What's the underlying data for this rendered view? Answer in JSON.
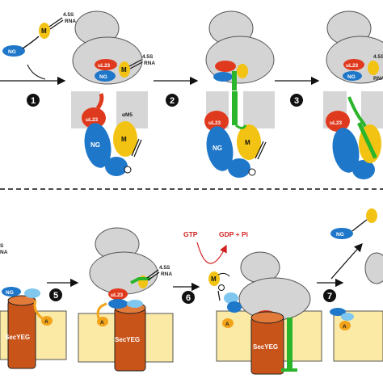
{
  "labels": {
    "ng": "NG",
    "m": "M",
    "rna_45s": "4.5S",
    "rna": "RNA",
    "rna_45s_cut": "S",
    "rna_cut": "NA",
    "ul23": "uL23",
    "am5": "αM5",
    "secyeg": "SecYEG",
    "a": "A",
    "gtp": "GTP",
    "gdp_pi": "GDP + Pi"
  },
  "steps": {
    "s1": "1",
    "s2": "2",
    "s3": "3",
    "s5": "5",
    "s6": "6",
    "s7": "7"
  },
  "colors": {
    "ng_domain": "#1f77c9",
    "m_domain": "#f2c313",
    "ul23": "#e03a1e",
    "secyeg": "#c9541a",
    "ftsy_a_domain": "#f2a31a",
    "signal_sequence": "#2bb52b",
    "ribosome": "#d4d4d4",
    "membrane": "#fbe9a6",
    "gtp_text": "#d21f1f"
  }
}
